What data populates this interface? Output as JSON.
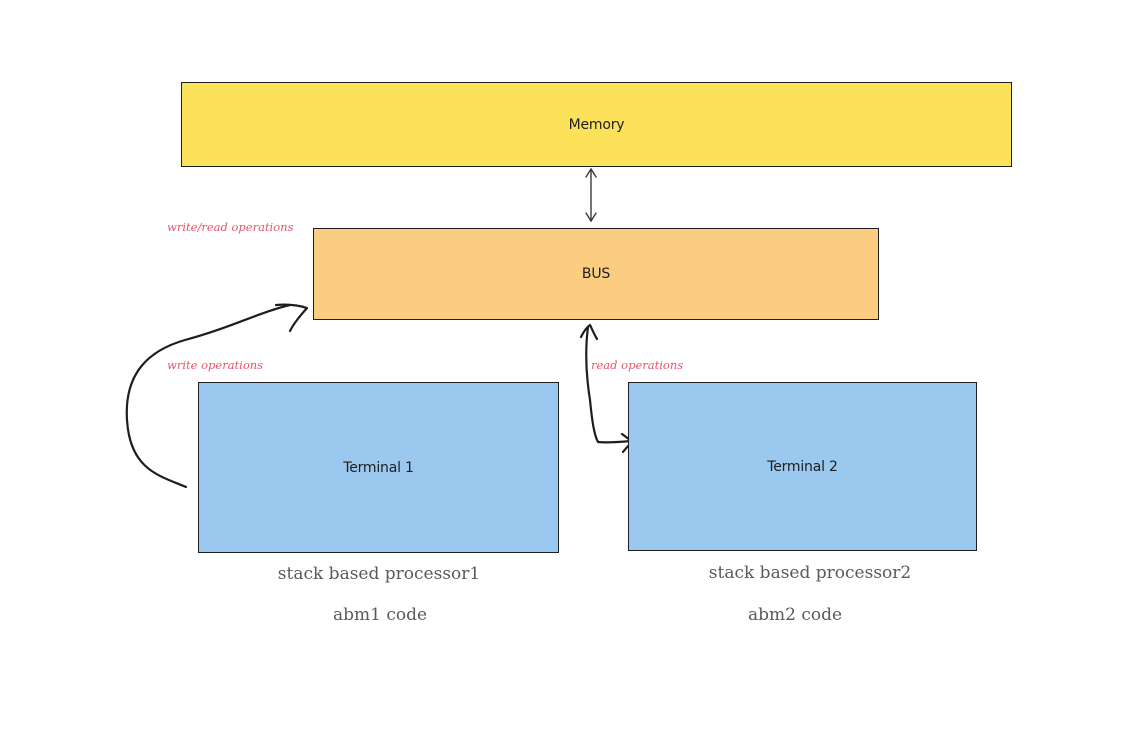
{
  "boxes": {
    "memory": {
      "label": "Memory",
      "fill": "#fce15a"
    },
    "bus": {
      "label": "BUS",
      "fill": "#fbcd80"
    },
    "terminal1": {
      "label": "Terminal 1",
      "fill": "#9bc8ee"
    },
    "terminal2": {
      "label": "Terminal 2",
      "fill": "#9bc8ee"
    }
  },
  "notes": {
    "write_read": "write/read operations",
    "write": "write operations",
    "read": "read operations",
    "color": "#e8536b"
  },
  "captions": {
    "processor1": "stack based processor1",
    "code1": "abm1 code",
    "processor2": "stack based processor2",
    "code2": "abm2 code"
  },
  "colors": {
    "stroke": "#1e1e1e",
    "background": "#ffffff"
  }
}
